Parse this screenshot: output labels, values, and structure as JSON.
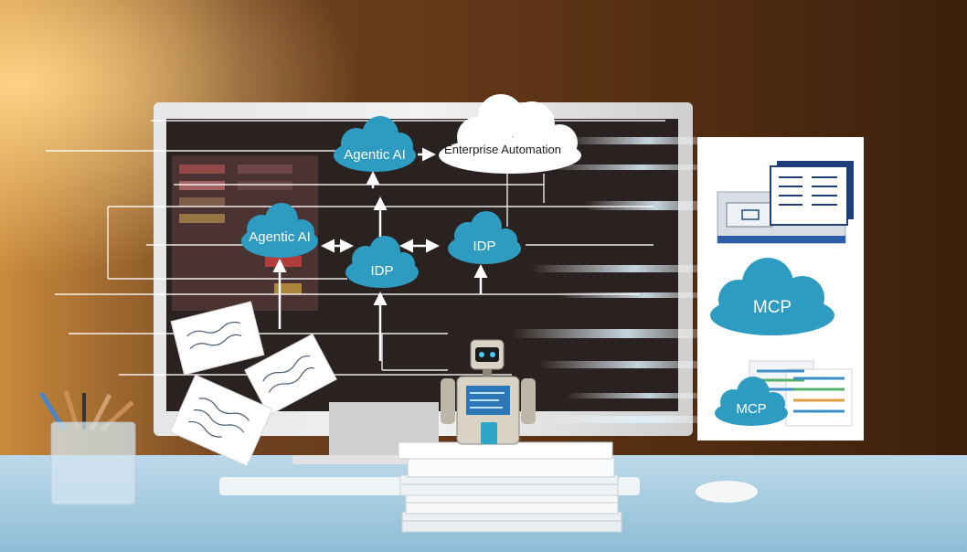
{
  "nodes": {
    "agentic_top": "Agentic AI",
    "enterprise": "Enterprise Automation",
    "agentic_left": "Agentic AI",
    "idp_center": "IDP",
    "idp_right": "IDP",
    "mcp_main": "MCP",
    "mcp_small": "MCP"
  },
  "colors": {
    "cloud": "#2e9cc0",
    "background": "#5a3214",
    "desk": "#a9cde0",
    "panel": "#ffffff"
  },
  "icons": [
    "robot-icon",
    "document-icon",
    "pencil-cup-icon",
    "mouse-icon",
    "monitor-icon",
    "cloud-icon"
  ]
}
